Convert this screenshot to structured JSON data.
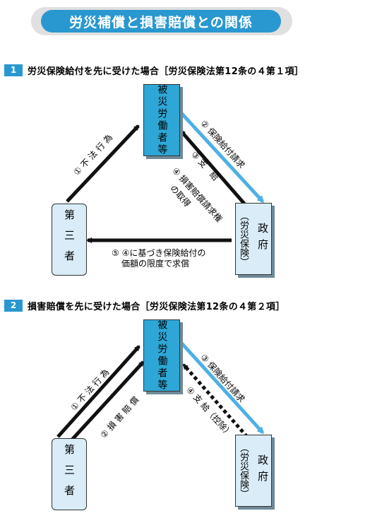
{
  "title": "労災補償と損害賠償との関係",
  "sections": [
    {
      "num": "1",
      "heading": "労災保険給付を先に受けた場合［労災保険法第12条の４第１項］",
      "worker": "被災労働者等",
      "third": "第三者",
      "gov_main": "政府",
      "gov_sub": "（労災保険）",
      "labels": {
        "tort": "① 不 法 行 為",
        "claim": "② 保険給付請求",
        "pay": "③ 支　給",
        "acquire_1": "④ 損害賠償請求権",
        "acquire_2": "の取得",
        "demand_1": "⑤ ④に基づき保険給付の",
        "demand_2": "価額の限度で求償"
      }
    },
    {
      "num": "2",
      "heading": "損害賠償を先に受けた場合［労災保険法第12条の４第２項］",
      "worker": "被災労働者等",
      "third": "第三者",
      "gov_main": "政府",
      "gov_sub": "（労災保険）",
      "labels": {
        "tort": "① 不 法 行 為",
        "compensation": "② 損 害 賠 償",
        "claim": "③ 保険給付請求",
        "pay": "④ 支 給（控除）"
      }
    }
  ],
  "colors": {
    "accent": "#2a98d0",
    "worker_box": "#2ea6d6",
    "light_box": "#d9ecf8",
    "arrow_blue": "#4db0e6",
    "arrow_black": "#111111"
  }
}
